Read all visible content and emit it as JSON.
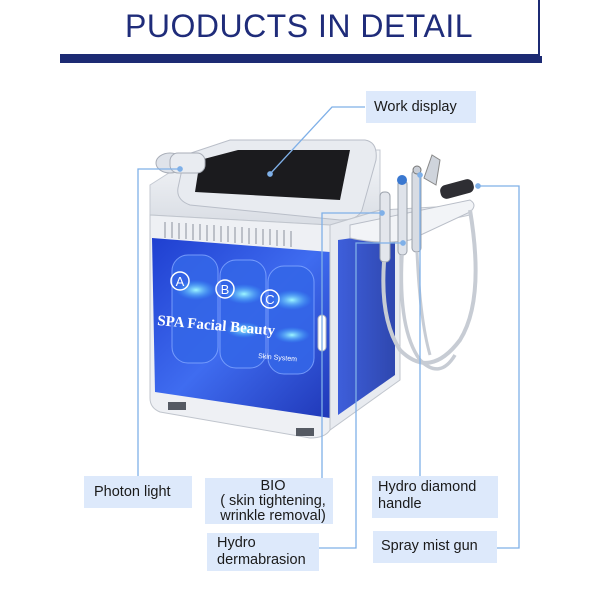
{
  "header": {
    "title": "PUODUCTS IN DETAIL"
  },
  "labels": {
    "work_display": "Work display",
    "photon_light": "Photon light",
    "bio_line1": "BIO",
    "bio_line2": "( skin tightening,",
    "bio_line3": "wrinkle removal)",
    "hydro_derma_line1": "Hydro",
    "hydro_derma_line2": "dermabrasion",
    "hydro_diamond_line1": "Hydro diamond",
    "hydro_diamond_line2": "handle",
    "spray_mist": "Spray mist gun"
  },
  "machine": {
    "brand_text": "SPA Facial Beauty",
    "sub_text": "Skin System",
    "bottle_a": "A",
    "bottle_b": "B",
    "bottle_c": "C"
  },
  "colors": {
    "header_navy": "#1c2a73",
    "label_bg": "#dde9fb",
    "line_blue": "#7fb0e8",
    "panel_blue": "#2f55d8"
  }
}
